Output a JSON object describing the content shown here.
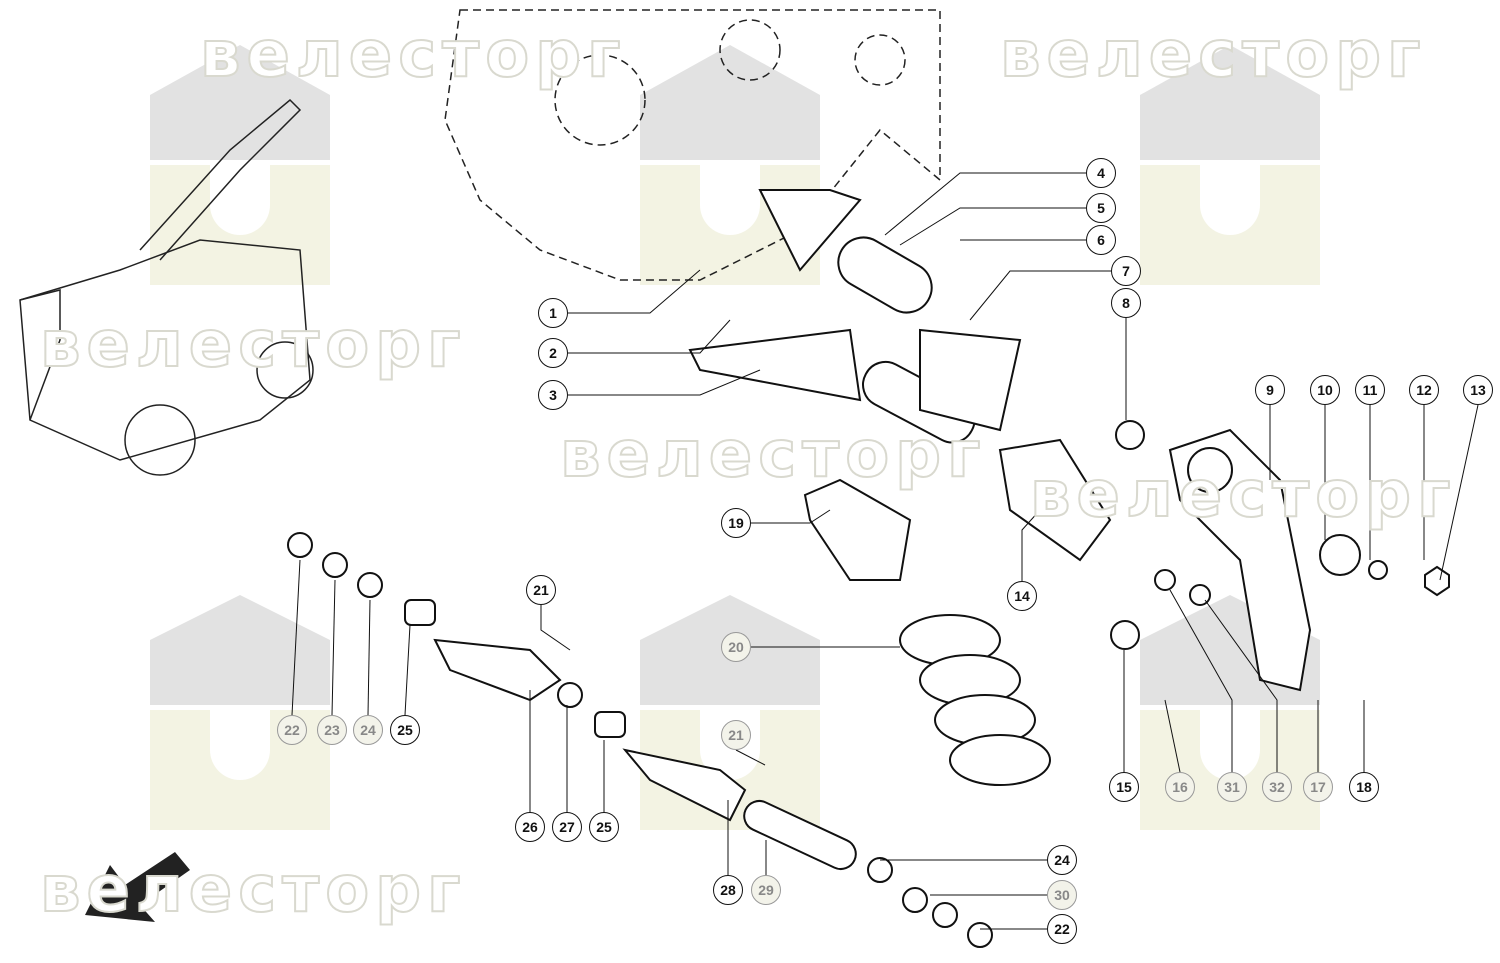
{
  "watermark": "велесторг",
  "direction_arrow": "arrow-forward-left-icon",
  "callouts": [
    {
      "label": "1"
    },
    {
      "label": "2"
    },
    {
      "label": "3"
    },
    {
      "label": "4"
    },
    {
      "label": "5"
    },
    {
      "label": "6"
    },
    {
      "label": "7"
    },
    {
      "label": "8"
    },
    {
      "label": "9"
    },
    {
      "label": "10"
    },
    {
      "label": "11"
    },
    {
      "label": "12"
    },
    {
      "label": "13"
    },
    {
      "label": "19"
    },
    {
      "label": "14"
    },
    {
      "label": "15"
    },
    {
      "label": "16"
    },
    {
      "label": "31"
    },
    {
      "label": "32"
    },
    {
      "label": "17"
    },
    {
      "label": "18"
    },
    {
      "label": "20"
    },
    {
      "label": "21"
    },
    {
      "label": "21"
    },
    {
      "label": "22"
    },
    {
      "label": "23"
    },
    {
      "label": "24"
    },
    {
      "label": "25"
    },
    {
      "label": "26"
    },
    {
      "label": "27"
    },
    {
      "label": "25"
    },
    {
      "label": "28"
    },
    {
      "label": "29"
    },
    {
      "label": "24"
    },
    {
      "label": "30"
    },
    {
      "label": "22"
    }
  ]
}
